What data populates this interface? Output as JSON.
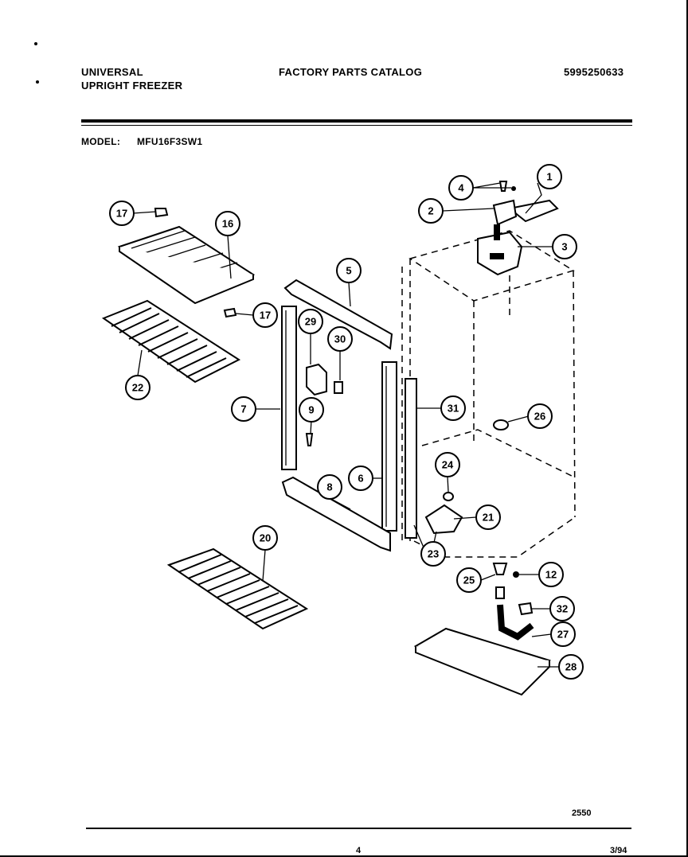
{
  "header": {
    "brand_line1": "UNIVERSAL",
    "brand_line2": "UPRIGHT FREEZER",
    "catalog_title": "FACTORY PARTS CATALOG",
    "catalog_number": "5995250633",
    "model_label": "MODEL:",
    "model_value": "MFU16F3SW1"
  },
  "footer": {
    "drawing_number": "2550",
    "page_marker": "4",
    "date_code": "3/94"
  },
  "callouts": [
    {
      "id": "c1",
      "label": "1"
    },
    {
      "id": "c2",
      "label": "2"
    },
    {
      "id": "c3",
      "label": "3"
    },
    {
      "id": "c4",
      "label": "4"
    },
    {
      "id": "c5",
      "label": "5"
    },
    {
      "id": "c6",
      "label": "6"
    },
    {
      "id": "c7",
      "label": "7"
    },
    {
      "id": "c8",
      "label": "8"
    },
    {
      "id": "c9",
      "label": "9"
    },
    {
      "id": "c12",
      "label": "12"
    },
    {
      "id": "c16",
      "label": "16"
    },
    {
      "id": "c17a",
      "label": "17"
    },
    {
      "id": "c17b",
      "label": "17"
    },
    {
      "id": "c20",
      "label": "20"
    },
    {
      "id": "c21",
      "label": "21"
    },
    {
      "id": "c22",
      "label": "22"
    },
    {
      "id": "c23",
      "label": "23"
    },
    {
      "id": "c24",
      "label": "24"
    },
    {
      "id": "c25",
      "label": "25"
    },
    {
      "id": "c26",
      "label": "26"
    },
    {
      "id": "c27",
      "label": "27"
    },
    {
      "id": "c28",
      "label": "28"
    },
    {
      "id": "c29",
      "label": "29"
    },
    {
      "id": "c30",
      "label": "30"
    },
    {
      "id": "c31",
      "label": "31"
    },
    {
      "id": "c32",
      "label": "32"
    }
  ]
}
